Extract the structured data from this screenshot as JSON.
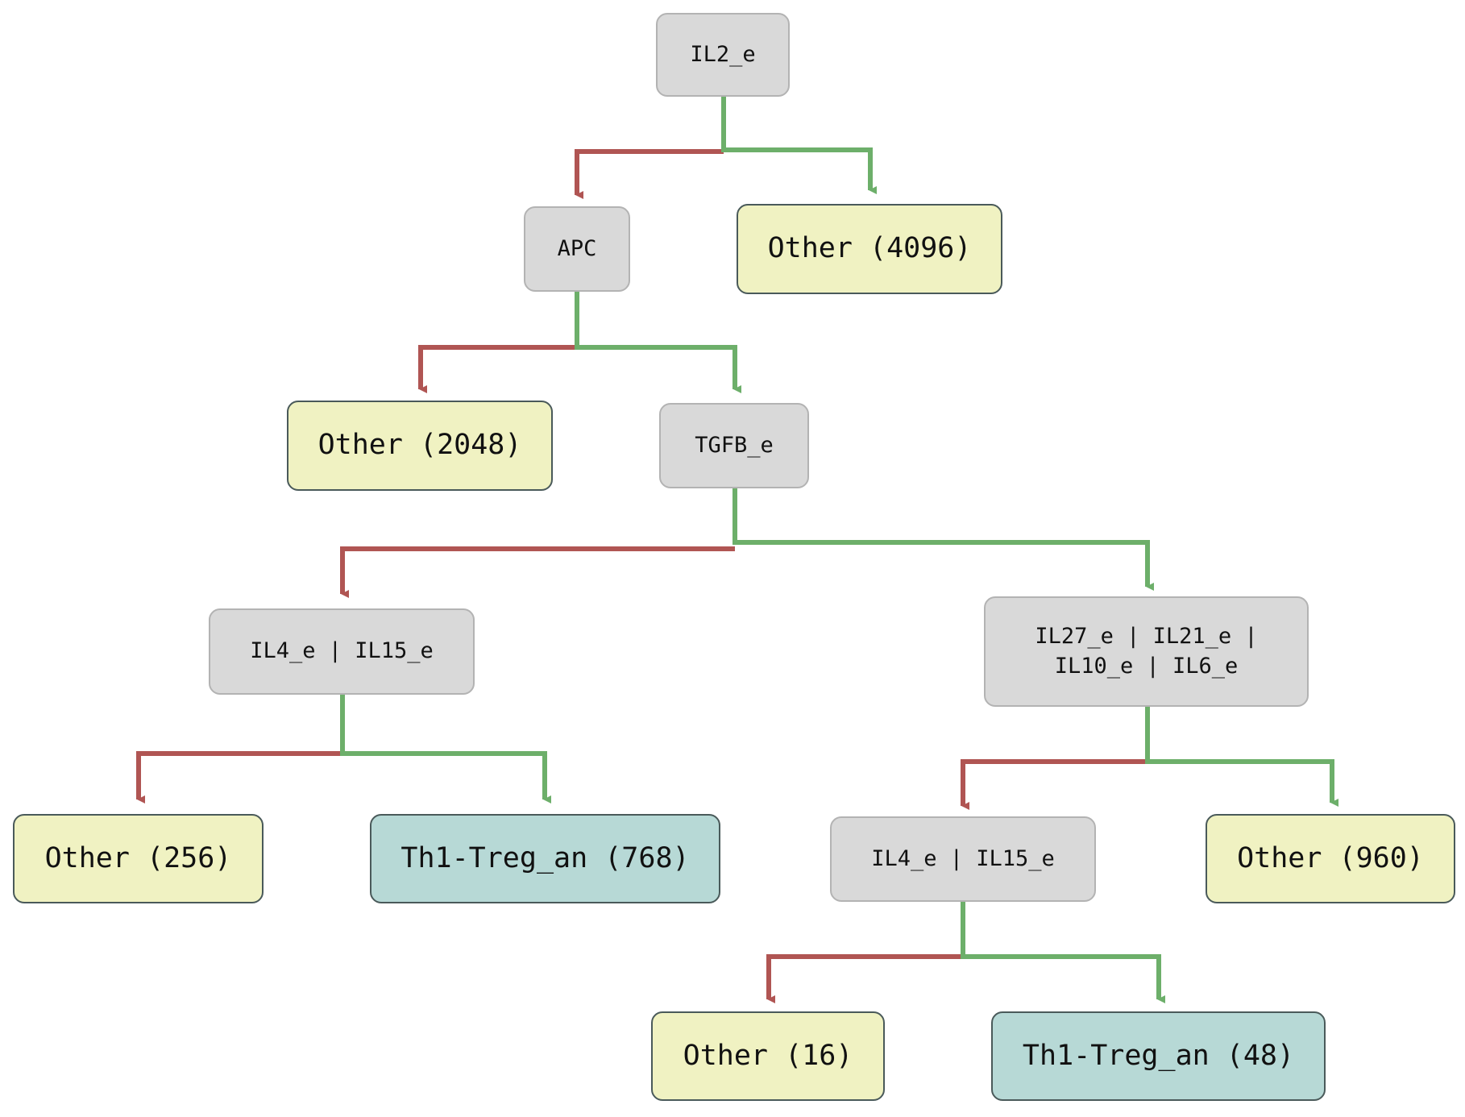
{
  "colors": {
    "false_edge": "#b05553",
    "true_edge": "#6daf6a",
    "decision_fill": "#d9d9d9",
    "other_leaf_fill": "#f0f2c2",
    "target_leaf_fill": "#b7d9d6"
  },
  "nodes": {
    "root": {
      "label": "IL2_e"
    },
    "apc": {
      "label": "APC"
    },
    "other_4096": {
      "label": "Other (4096)"
    },
    "other_2048": {
      "label": "Other (2048)"
    },
    "tgfb": {
      "label": "TGFB_e"
    },
    "il4_il15_left": {
      "label": "IL4_e | IL15_e"
    },
    "il27_group": {
      "label": "IL27_e | IL21_e |\nIL10_e | IL6_e"
    },
    "other_256": {
      "label": "Other (256)"
    },
    "th1_treg_768": {
      "label": "Th1-Treg_an (768)"
    },
    "il4_il15_right": {
      "label": "IL4_e | IL15_e"
    },
    "other_960": {
      "label": "Other (960)"
    },
    "other_16": {
      "label": "Other (16)"
    },
    "th1_treg_48": {
      "label": "Th1-Treg_an (48)"
    }
  }
}
